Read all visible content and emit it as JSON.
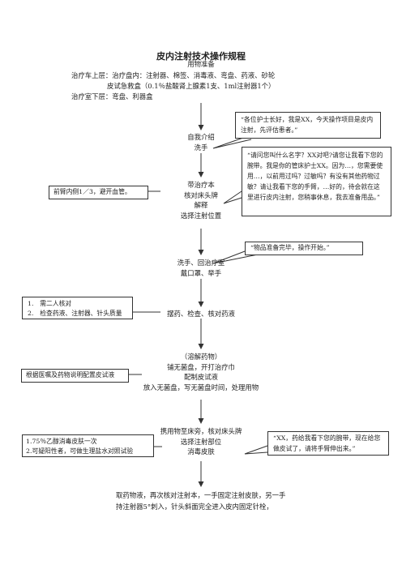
{
  "title": "皮内注射技术操作规程",
  "header": {
    "prep": "用物准备",
    "line1": "治疗车上层：治疗盘内：注射器、棉签、消毒液、弯盘、药液、砂轮",
    "line2": "皮试急救盒（0.1％盐酸肾上腺素1支、1ml注射器1个）",
    "line3": "治疗室下层：弯盘、利器盒"
  },
  "steps": {
    "s1": [
      "自我介绍",
      "洗手"
    ],
    "s2": [
      "带治疗本",
      "核对床头牌",
      "解释",
      "选择注射位置"
    ],
    "s3": [
      "洗手、回治疗室",
      "戴口罩、举手"
    ],
    "s4": [
      "摆药、检查、核对药液"
    ],
    "s5": [
      "（溶解药物）",
      "铺无菌盘，开打治疗巾",
      "配制皮试液",
      "放入无菌盘，写无菌盘时间，处理用物"
    ],
    "s6": [
      "携用物至床旁，核对床头牌",
      "选择注射部位",
      "消毒皮肤"
    ],
    "s7": [
      "取药物液，再次核对注射本，一手固定注射皮肤，另一手",
      "持注射器5°刺入，针头斜面完全进入皮内固定针栓，"
    ]
  },
  "notes": {
    "n1": "前臂内侧1／3，避开血管。",
    "n2": [
      "1.　需二人核对",
      "2.　检查药液、注射器、针头质量"
    ],
    "n3": "根据医嘱及药物说明配置皮试液",
    "n4": [
      "1.75％乙醇消毒皮肤一次",
      "2.可疑阳性者，可做生理盐水对照试验"
    ]
  },
  "bubbles": {
    "b1": "“各位护士长好，我是XX，今天操作项目是皮内注射，先评估患者。”",
    "b2": "“请问您叫什么名字？XX对吧?请您让我看下您的腕带。我是你的管床护士XX。因为…，您需要使用…，以前用过吗？过敏吗？有没有其他药物过敏？请让我看下您的手臂，…好的，待会就在这里进行皮内注射，您稍事休息，我去准备用品。”",
    "b3": "“物品准备完毕，操作开始。”",
    "b4": "“XX，药给我看下您的腕带，现在给您做皮试了，请将手臂伸出来。”"
  }
}
